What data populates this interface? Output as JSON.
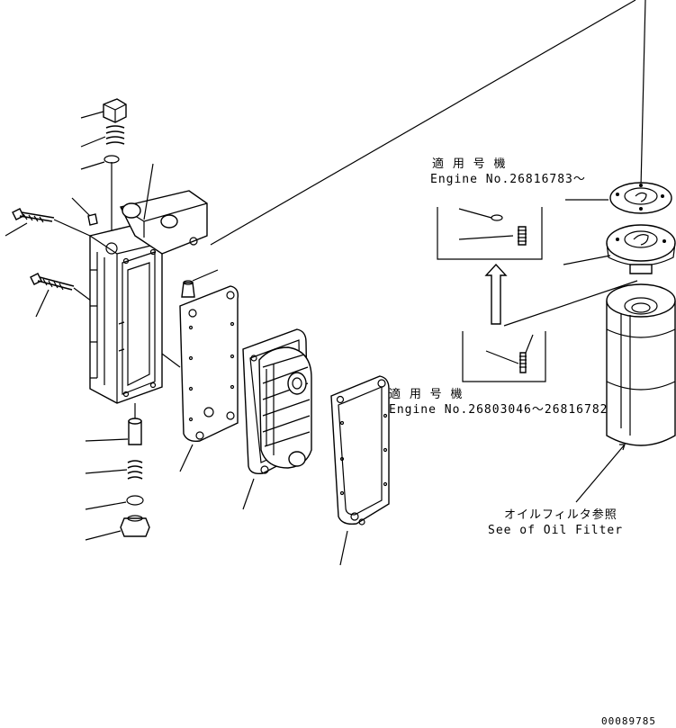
{
  "note_top": {
    "applicability": "適 用 号 機",
    "engine_serial": "Engine No.26816783～"
  },
  "note_bottom": {
    "applicability": "適 用 号 機",
    "engine_serial": "Engine No.26803046～26816782"
  },
  "reference": {
    "jp": "オイルフィルタ参照",
    "en": "See of Oil Filter"
  },
  "drawing_number": "00089785"
}
